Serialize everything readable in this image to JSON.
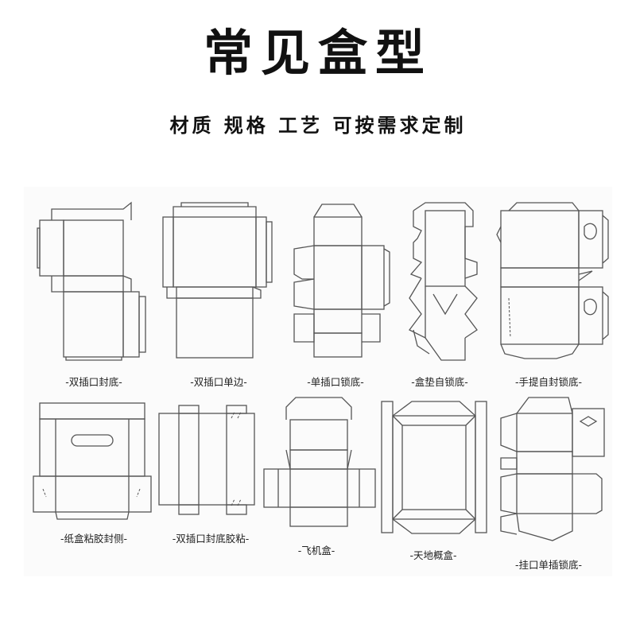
{
  "title": "常见盒型",
  "subtitle": "材质 规格 工艺 可按需求定制",
  "box_types": [
    {
      "label": "-双插口封底-"
    },
    {
      "label": "-双插口单边-"
    },
    {
      "label": "-单插口锁底-"
    },
    {
      "label": "-盒垫自锁底-"
    },
    {
      "label": "-手提自封锁底-"
    },
    {
      "label": "-纸盒粘胶封侧-"
    },
    {
      "label": "-双插口封底胶粘-"
    },
    {
      "label": "-飞机盒-"
    },
    {
      "label": "-天地概盒-"
    },
    {
      "label": "-挂口单插锁底-"
    }
  ]
}
